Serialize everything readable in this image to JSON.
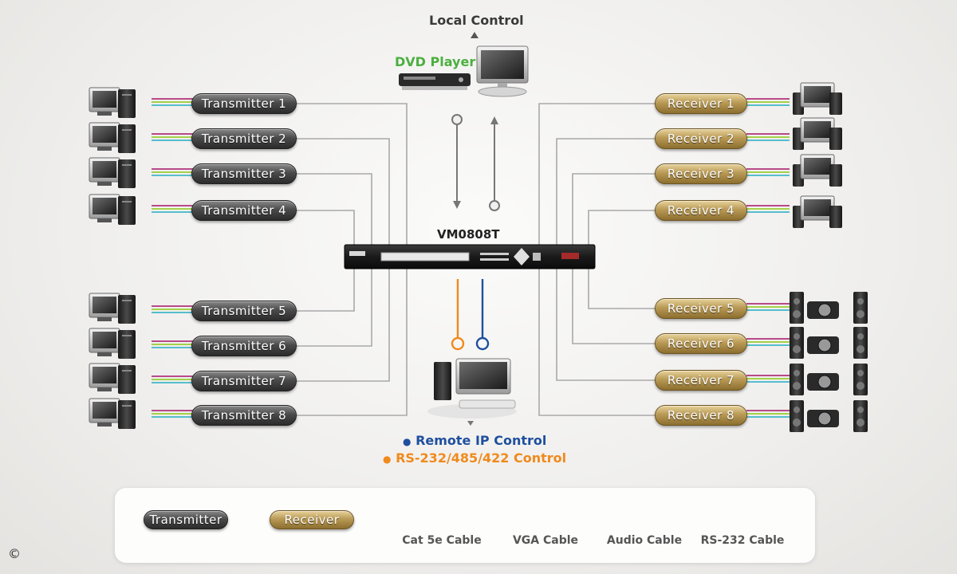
{
  "top": {
    "local_control": "Local Control",
    "dvd_player": "DVD Player"
  },
  "switch": {
    "model": "VM0808T"
  },
  "transmitters": [
    {
      "label": "Transmitter 1"
    },
    {
      "label": "Transmitter 2"
    },
    {
      "label": "Transmitter 3"
    },
    {
      "label": "Transmitter 4"
    },
    {
      "label": "Transmitter 5"
    },
    {
      "label": "Transmitter 6"
    },
    {
      "label": "Transmitter 7"
    },
    {
      "label": "Transmitter 8"
    }
  ],
  "receivers": [
    {
      "label": "Receiver 1"
    },
    {
      "label": "Receiver 2"
    },
    {
      "label": "Receiver 3"
    },
    {
      "label": "Receiver 4"
    },
    {
      "label": "Receiver 5"
    },
    {
      "label": "Receiver 6"
    },
    {
      "label": "Receiver 7"
    },
    {
      "label": "Receiver 8"
    }
  ],
  "remote": {
    "ip_control": "Remote IP Control",
    "serial_control": "RS-232/485/422 Control"
  },
  "legend": {
    "transmitter": "Transmitter",
    "receiver": "Receiver",
    "cat5e": "Cat 5e Cable",
    "vga": "VGA Cable",
    "audio": "Audio Cable",
    "rs232": "RS-232 Cable"
  },
  "copyright": "©",
  "colors": {
    "cat5e": "#a9a9a9",
    "vga": "#b0327a",
    "audio": "#9acd32",
    "rs232": "#3fb6c9",
    "local_title": "#3a3a3a",
    "dvd": "#4caf3f",
    "remote_ip": "#1f4f9e",
    "serial": "#f08a1c"
  }
}
